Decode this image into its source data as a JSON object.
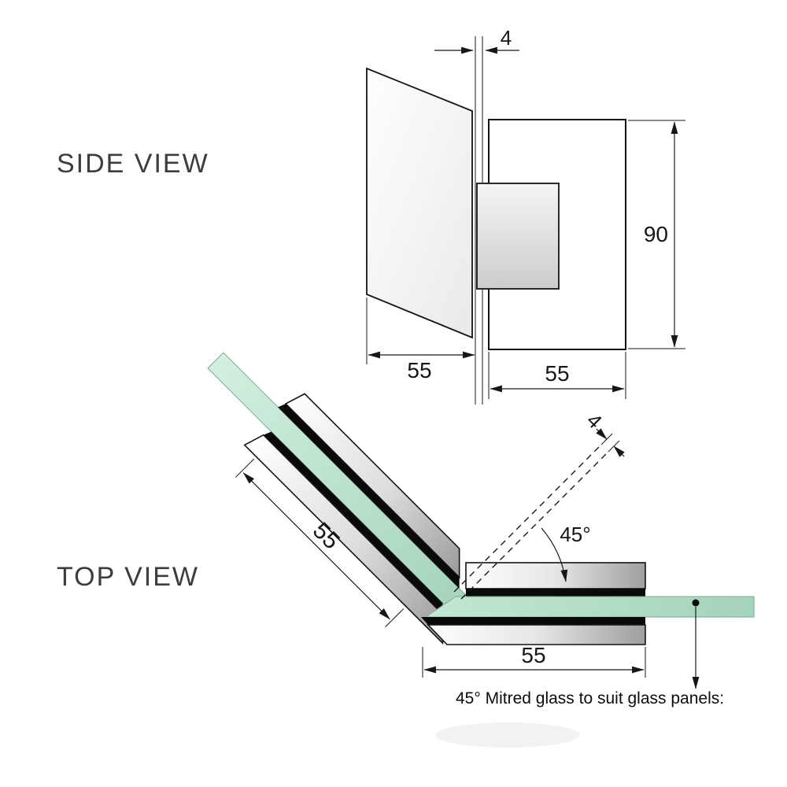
{
  "side_view": {
    "title": "SIDE VIEW",
    "dim_gap": "4",
    "dim_height": "90",
    "dim_glass_width": "55",
    "dim_plate_width": "55"
  },
  "top_view": {
    "title": "TOP VIEW",
    "dim_gap": "4",
    "dim_angle": "45°",
    "dim_clamp_length": "55",
    "dim_plate_width": "55",
    "caption": "45° Mitred glass to suit glass panels:"
  },
  "colors": {
    "glass_green": "#aed9bf",
    "metal_gray": "#9f9f9f",
    "line_black": "#141414"
  }
}
